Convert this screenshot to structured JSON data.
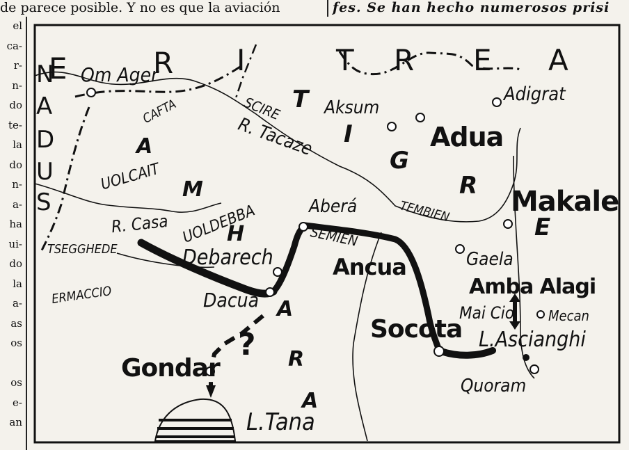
{
  "header": {
    "left_text": "de parece posible. Y no es que la aviación",
    "right_text": "fes. Se han hecho numerosos prisi"
  },
  "column_fragments": [
    "el",
    "ca-",
    "r-",
    "n-",
    "do",
    "te-",
    "la",
    "do",
    "n-",
    "a-",
    "ha",
    "ui-",
    "do",
    "la",
    "a-",
    "as",
    "os",
    "",
    "os",
    "e-",
    "an"
  ],
  "map": {
    "country_letters": {
      "eritrea": [
        "E",
        "R",
        "I",
        "T",
        "R",
        "E",
        "A"
      ],
      "sudan": [
        "S",
        "U",
        "D",
        "A",
        "N"
      ]
    },
    "regions": {
      "tigre": [
        "T",
        "I",
        "G",
        "R",
        "E"
      ],
      "amhara": [
        "A",
        "M",
        "H",
        "A",
        "R",
        "A"
      ]
    },
    "places": {
      "om_ager": "Om Ager",
      "adigrat": "Adigrat",
      "aksum": "Aksum",
      "adua": "Adua",
      "makale": "Makale",
      "abera": "Aberá",
      "ancua": "Ancua",
      "debarech": "Debarech",
      "dacua": "Dacua",
      "gondar": "Gondar",
      "socota": "Socota",
      "gaela": "Gaela",
      "amba_alagi": "Amba Alagi",
      "mai_cio": "Mai Cio",
      "mecan": "Mecan",
      "ascianghi": "L.Ascianghi",
      "quoram": "Quoram",
      "l_tana": "L.Tana"
    },
    "districts": {
      "cafta": "CAFTA",
      "scire": "SCIRE",
      "uolcait": "UOLCAIT",
      "uoldebba": "UOLDEBBA",
      "semien": "SEMIEN",
      "tembien": "TEMBIEN",
      "tsegghede": "TSEGGHEDE",
      "ermaccio": "ERMACCIO"
    },
    "rivers": {
      "tacaze": "R. Tacaze",
      "casa": "R. Casa"
    },
    "question_mark": "?"
  }
}
